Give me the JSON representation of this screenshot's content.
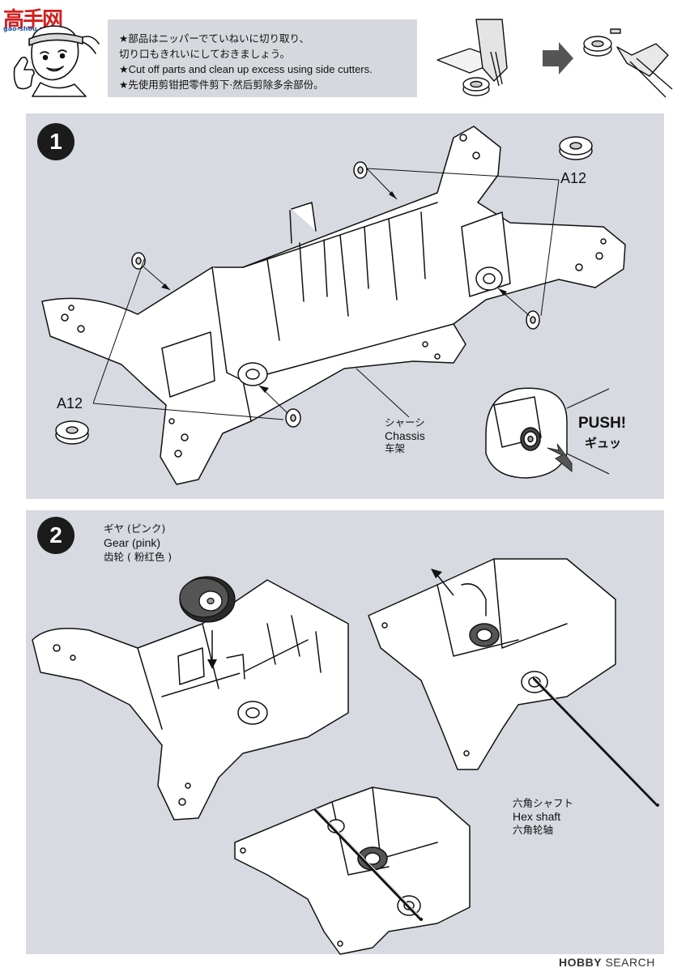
{
  "watermark": {
    "site_cn": "高手网",
    "url": "gao-shou.net"
  },
  "tip": {
    "line_ja_1": "★部品はニッパーでていねいに切り取り、",
    "line_ja_2": "切り口もきれいにしておきましょう。",
    "line_en": "★Cut off parts and clean up excess using side cutters.",
    "line_zh": "★先使用剪钳把零件剪下·然后剪除多余部份。"
  },
  "step1": {
    "number": "1",
    "part_label_top": "A12",
    "part_label_bottom": "A12",
    "chassis_ja": "シャーシ",
    "chassis_en": "Chassis",
    "chassis_zh": "车架",
    "push_en": "PUSH!",
    "push_ja": "ギュッ"
  },
  "step2": {
    "number": "2",
    "gear_ja": "ギヤ (ピンク)",
    "gear_en": "Gear (pink)",
    "gear_zh": "齿轮 ( 粉红色 )",
    "shaft_ja": "六角シャフト",
    "shaft_en": "Hex shaft",
    "shaft_zh": "六角轮轴"
  },
  "footer": {
    "brand": "HOBBY",
    "suffix": "SEARCH"
  }
}
